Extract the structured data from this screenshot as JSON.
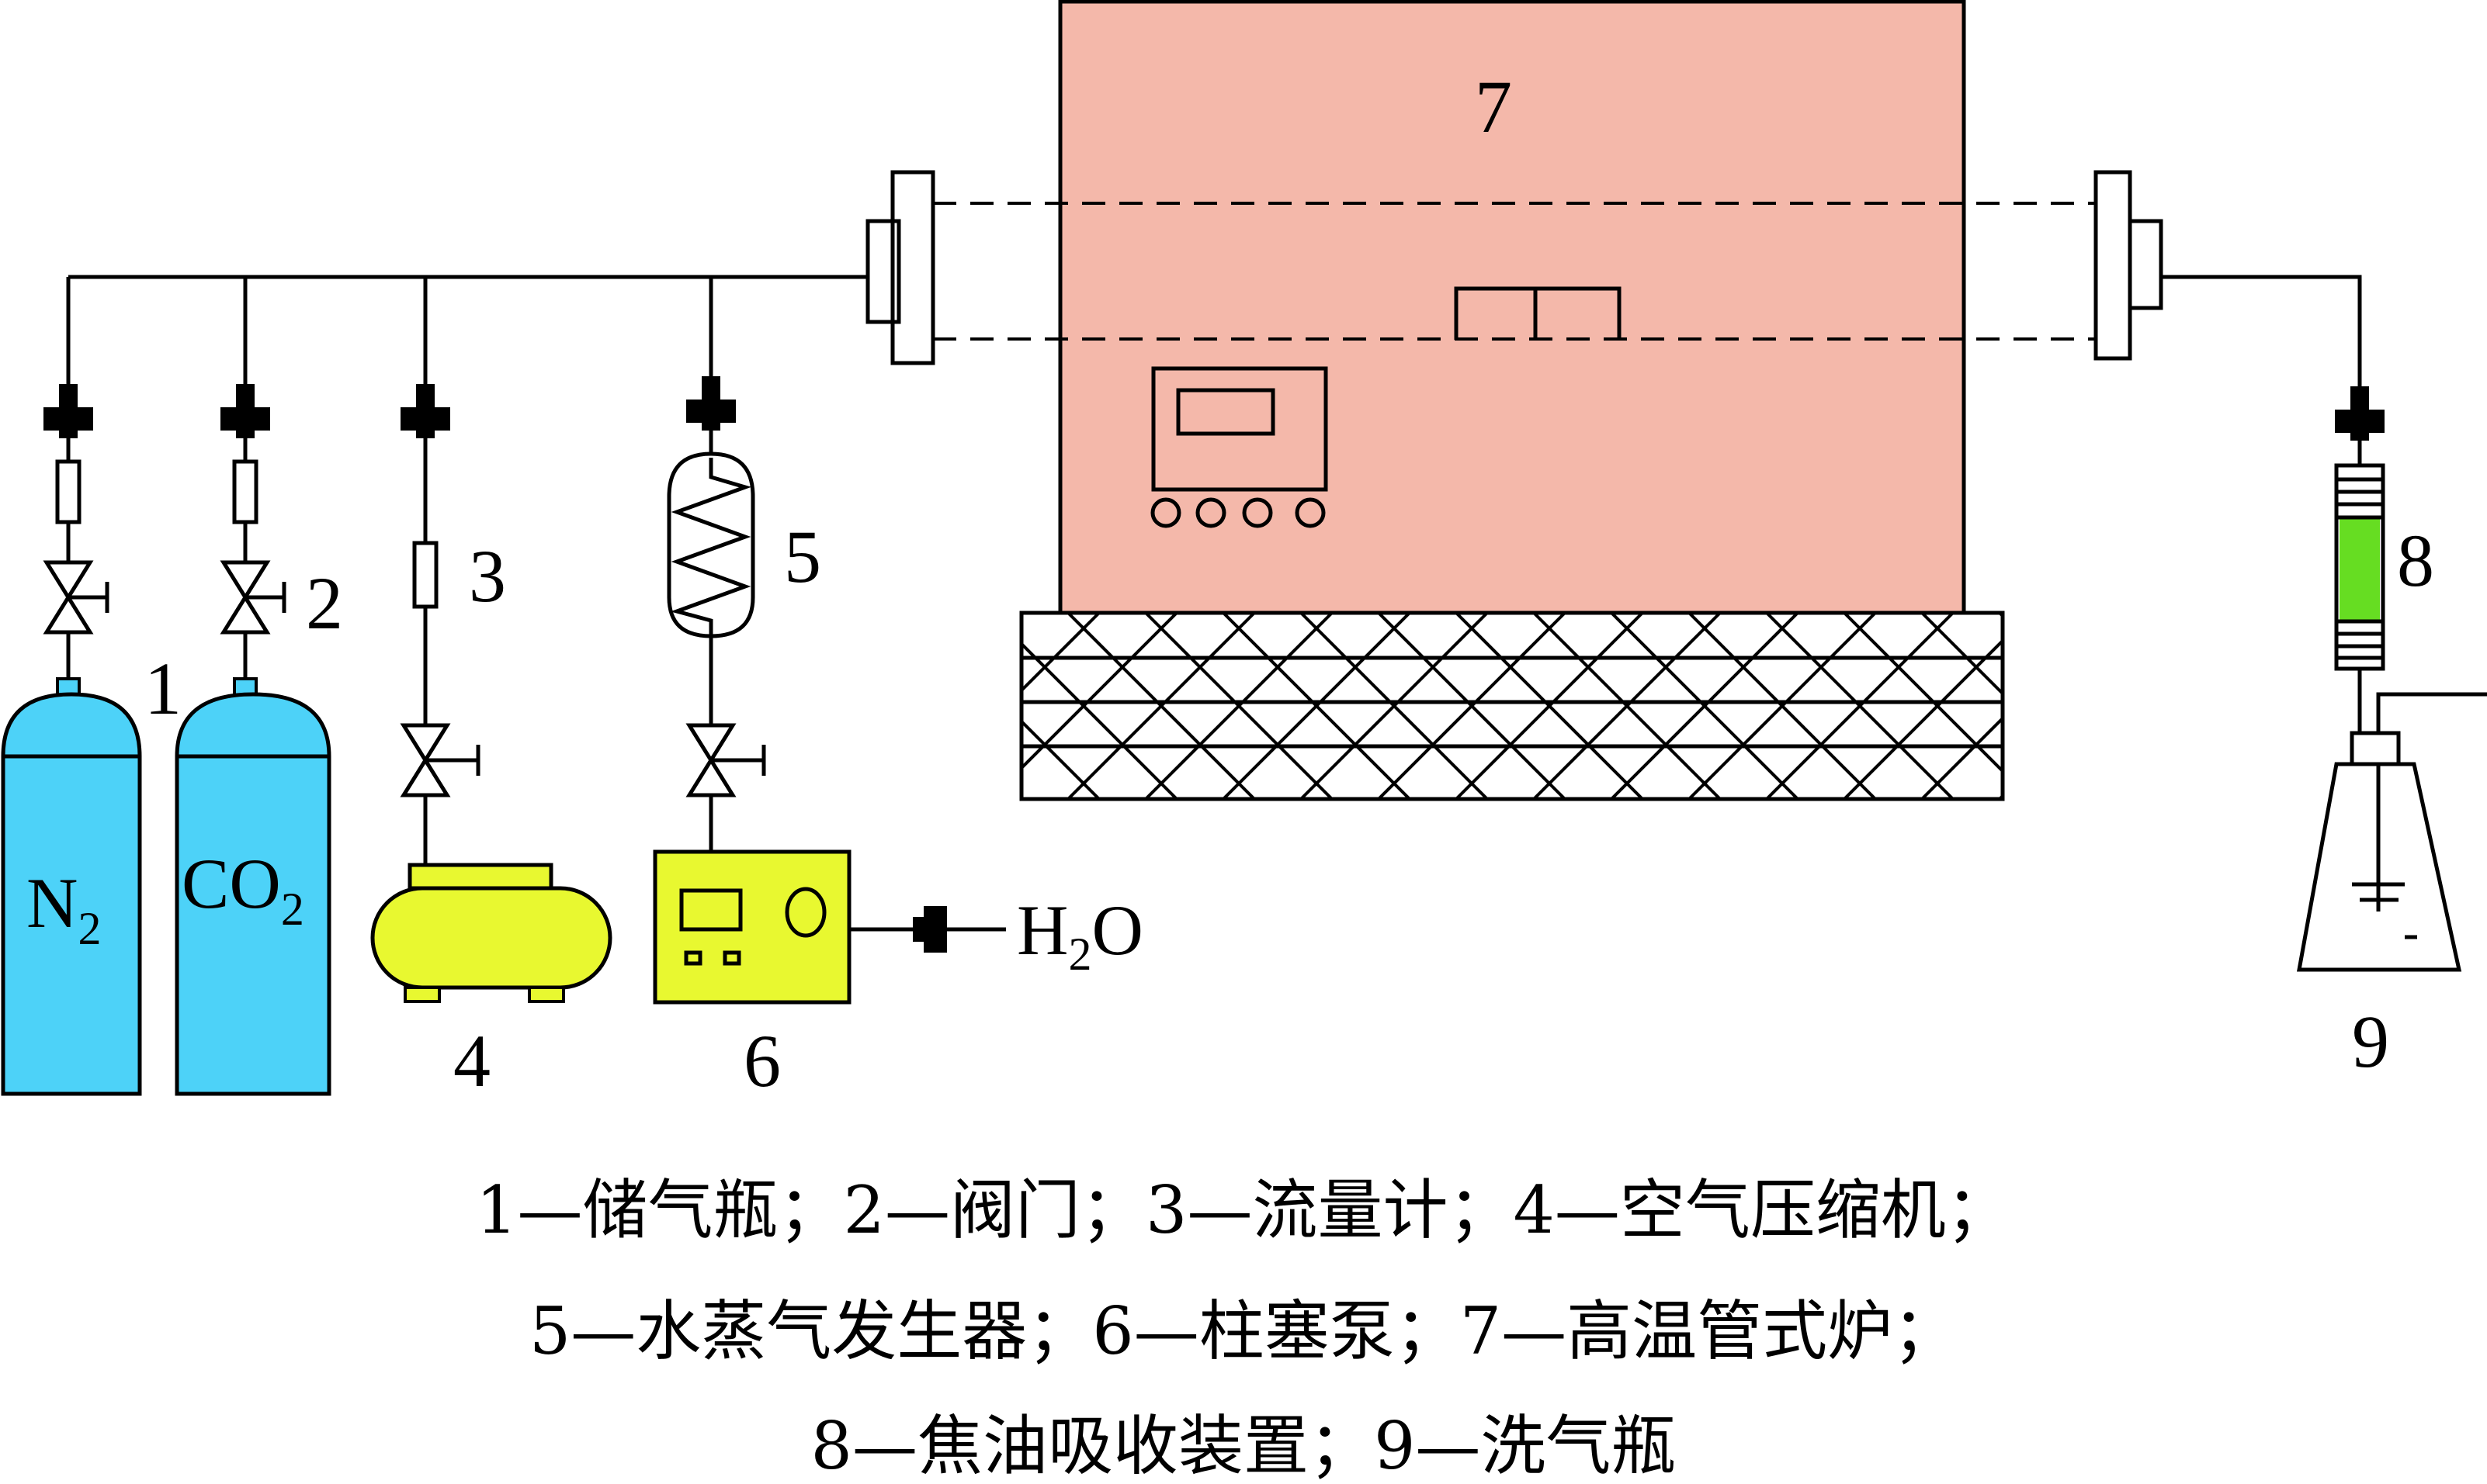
{
  "labels": {
    "n1": "1",
    "n2": "2",
    "n3": "3",
    "n4": "4",
    "n5": "5",
    "n6": "6",
    "n7": "7",
    "n8": "8",
    "n9": "9",
    "cyl_n2_main": "N",
    "cyl_n2_sub": "2",
    "cyl_co2_main": "CO",
    "cyl_co2_sub": "2",
    "h2o_h": "H",
    "h2o_sub": "2",
    "h2o_o": "O"
  },
  "caption": {
    "line1": "1—储气瓶；2—阀门；3—流量计；4—空气压缩机；",
    "line2": "5—水蒸气发生器；6—柱塞泵；7—高温管式炉；",
    "line3": "8—焦油吸收装置；9—洗气瓶"
  },
  "colors": {
    "cylinder": "#4dd2f8",
    "pump_yellow": "#e8f830",
    "furnace": "#f4b8aa",
    "absorber_green": "#66dd22"
  }
}
